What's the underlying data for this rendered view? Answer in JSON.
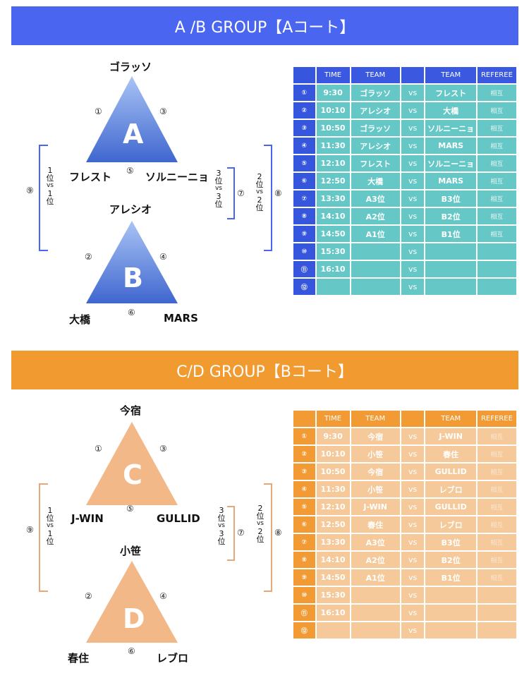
{
  "group_ab": {
    "title": "A /B GROUP【Aコート】",
    "colors": {
      "banner": "#4a65ef",
      "triangle": "#4a72d8",
      "bracket": "#4a65ef",
      "table_cell": "#66c8c6",
      "table_header": "#3a59e0"
    },
    "group_a": {
      "letter": "A",
      "top": "ゴラッソ",
      "left": "フレスト",
      "right": "ソルニーニョ",
      "n1": "①",
      "n3": "③",
      "n5": "⑤"
    },
    "group_b": {
      "letter": "B",
      "top": "アレシオ",
      "left": "大橋",
      "right": "MARS",
      "n2": "②",
      "n4": "④",
      "n6": "⑥"
    },
    "bracket_left": {
      "num": "⑨",
      "text": [
        "1",
        "位",
        "vs",
        "1",
        "位"
      ]
    },
    "bracket_mid": {
      "num": "⑦",
      "text": [
        "3",
        "位",
        "vs",
        "3",
        "位"
      ]
    },
    "bracket_right": {
      "num": "⑧",
      "text": [
        "2",
        "位",
        "vs",
        "2",
        "位"
      ]
    },
    "table": {
      "headers": [
        "",
        "TIME",
        "TEAM",
        "",
        "TEAM",
        "REFEREE"
      ],
      "rows": [
        [
          "①",
          "9:30",
          "ゴラッソ",
          "vs",
          "フレスト",
          "相互"
        ],
        [
          "②",
          "10:10",
          "アレシオ",
          "vs",
          "大橋",
          "相互"
        ],
        [
          "③",
          "10:50",
          "ゴラッソ",
          "vs",
          "ソルニーニョ",
          "相互"
        ],
        [
          "④",
          "11:30",
          "アレシオ",
          "vs",
          "MARS",
          "相互"
        ],
        [
          "⑤",
          "12:10",
          "フレスト",
          "vs",
          "ソルニーニョ",
          "相互"
        ],
        [
          "⑥",
          "12:50",
          "大橋",
          "vs",
          "MARS",
          "相互"
        ],
        [
          "⑦",
          "13:30",
          "A3位",
          "vs",
          "B3位",
          "相互"
        ],
        [
          "⑧",
          "14:10",
          "A2位",
          "vs",
          "B2位",
          "相互"
        ],
        [
          "⑨",
          "14:50",
          "A1位",
          "vs",
          "B1位",
          "相互"
        ],
        [
          "⑩",
          "15:30",
          "",
          "vs",
          "",
          ""
        ],
        [
          "⑪",
          "16:10",
          "",
          "vs",
          "",
          ""
        ],
        [
          "⑫",
          "",
          "",
          "vs",
          "",
          ""
        ]
      ]
    }
  },
  "group_cd": {
    "title": "C/D GROUP【Bコート】",
    "colors": {
      "banner": "#f09a30",
      "triangle": "#f2b887",
      "bracket": "#e6a77a",
      "table_cell": "#f5c99a",
      "table_header": "#f29b34"
    },
    "group_c": {
      "letter": "C",
      "top": "今宿",
      "left": "J-WIN",
      "right": "GULLID",
      "n1": "①",
      "n3": "③",
      "n5": "⑤"
    },
    "group_d": {
      "letter": "D",
      "top": "小笹",
      "left": "春住",
      "right": "レブロ",
      "n2": "②",
      "n4": "④",
      "n6": "⑥"
    },
    "bracket_left": {
      "num": "⑨",
      "text": [
        "1",
        "位",
        "vs",
        "1",
        "位"
      ]
    },
    "bracket_mid": {
      "num": "⑦",
      "text": [
        "3",
        "位",
        "vs",
        "3",
        "位"
      ]
    },
    "bracket_right": {
      "num": "⑧",
      "text": [
        "2",
        "位",
        "vs",
        "2",
        "位"
      ]
    },
    "table": {
      "headers": [
        "",
        "TIME",
        "TEAM",
        "",
        "TEAM",
        "REFEREE"
      ],
      "rows": [
        [
          "①",
          "9:30",
          "今宿",
          "vs",
          "J-WIN",
          "相互"
        ],
        [
          "②",
          "10:10",
          "小笹",
          "vs",
          "春住",
          "相互"
        ],
        [
          "③",
          "10:50",
          "今宿",
          "vs",
          "GULLID",
          "相互"
        ],
        [
          "④",
          "11:30",
          "小笹",
          "vs",
          "レブロ",
          "相互"
        ],
        [
          "⑤",
          "12:10",
          "J-WIN",
          "vs",
          "GULLID",
          "相互"
        ],
        [
          "⑥",
          "12:50",
          "春住",
          "vs",
          "レブロ",
          "相互"
        ],
        [
          "⑦",
          "13:30",
          "A3位",
          "vs",
          "B3位",
          "相互"
        ],
        [
          "⑧",
          "14:10",
          "A2位",
          "vs",
          "B2位",
          "相互"
        ],
        [
          "⑨",
          "14:50",
          "A1位",
          "vs",
          "B1位",
          "相互"
        ],
        [
          "⑩",
          "15:30",
          "",
          "vs",
          "",
          ""
        ],
        [
          "⑪",
          "16:10",
          "",
          "vs",
          "",
          ""
        ],
        [
          "⑫",
          "",
          "",
          "vs",
          "",
          ""
        ]
      ]
    }
  }
}
